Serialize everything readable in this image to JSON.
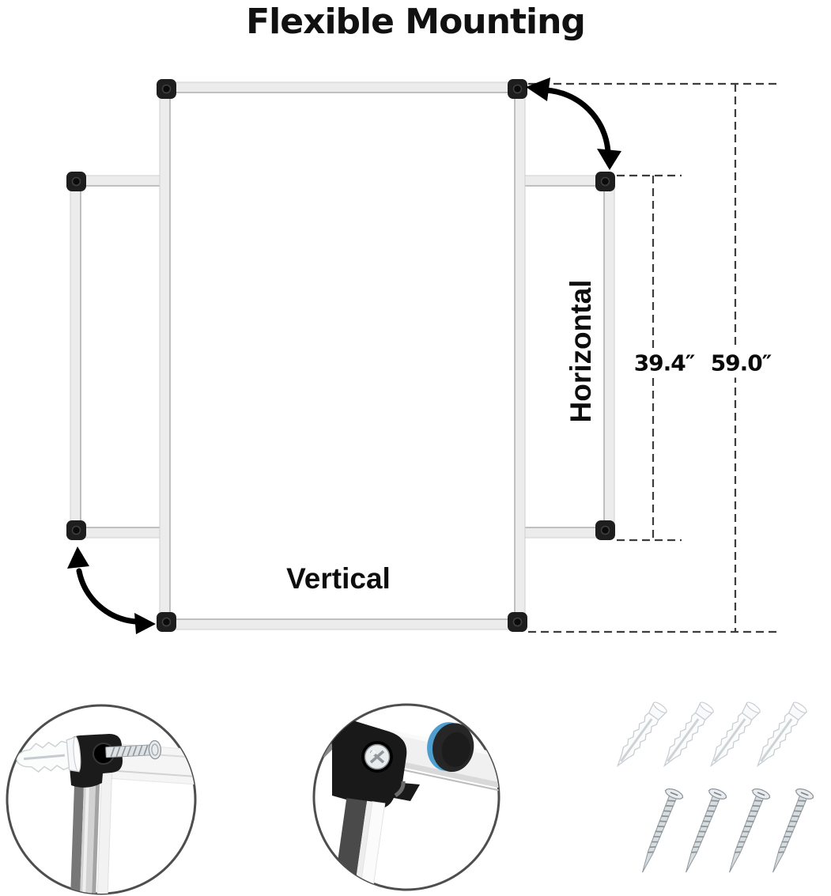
{
  "title": "Flexible Mounting",
  "diagram": {
    "orientation_labels": {
      "vertical": "Vertical",
      "horizontal": "Horizontal"
    },
    "dimensions": {
      "horizontal_height": "39.4″",
      "vertical_height": "59.0″"
    }
  },
  "insets": {
    "left": "corner-bracket-with-screw-and-anchor-detail",
    "middle": "mounted-corner-with-magnet-detail"
  },
  "hardware": {
    "wall_anchor_count": 4,
    "screw_count": 4
  },
  "colors": {
    "background": "#ffffff",
    "frame_silver": "#ececec",
    "frame_edge": "#adadad",
    "corner_cap_black": "#1e1e1e",
    "dash_line": "#3d3d3d",
    "arrow_black": "#000000",
    "magnet_blue": "#4e9fd0",
    "inset_ring_gray": "#4e4e4e"
  }
}
